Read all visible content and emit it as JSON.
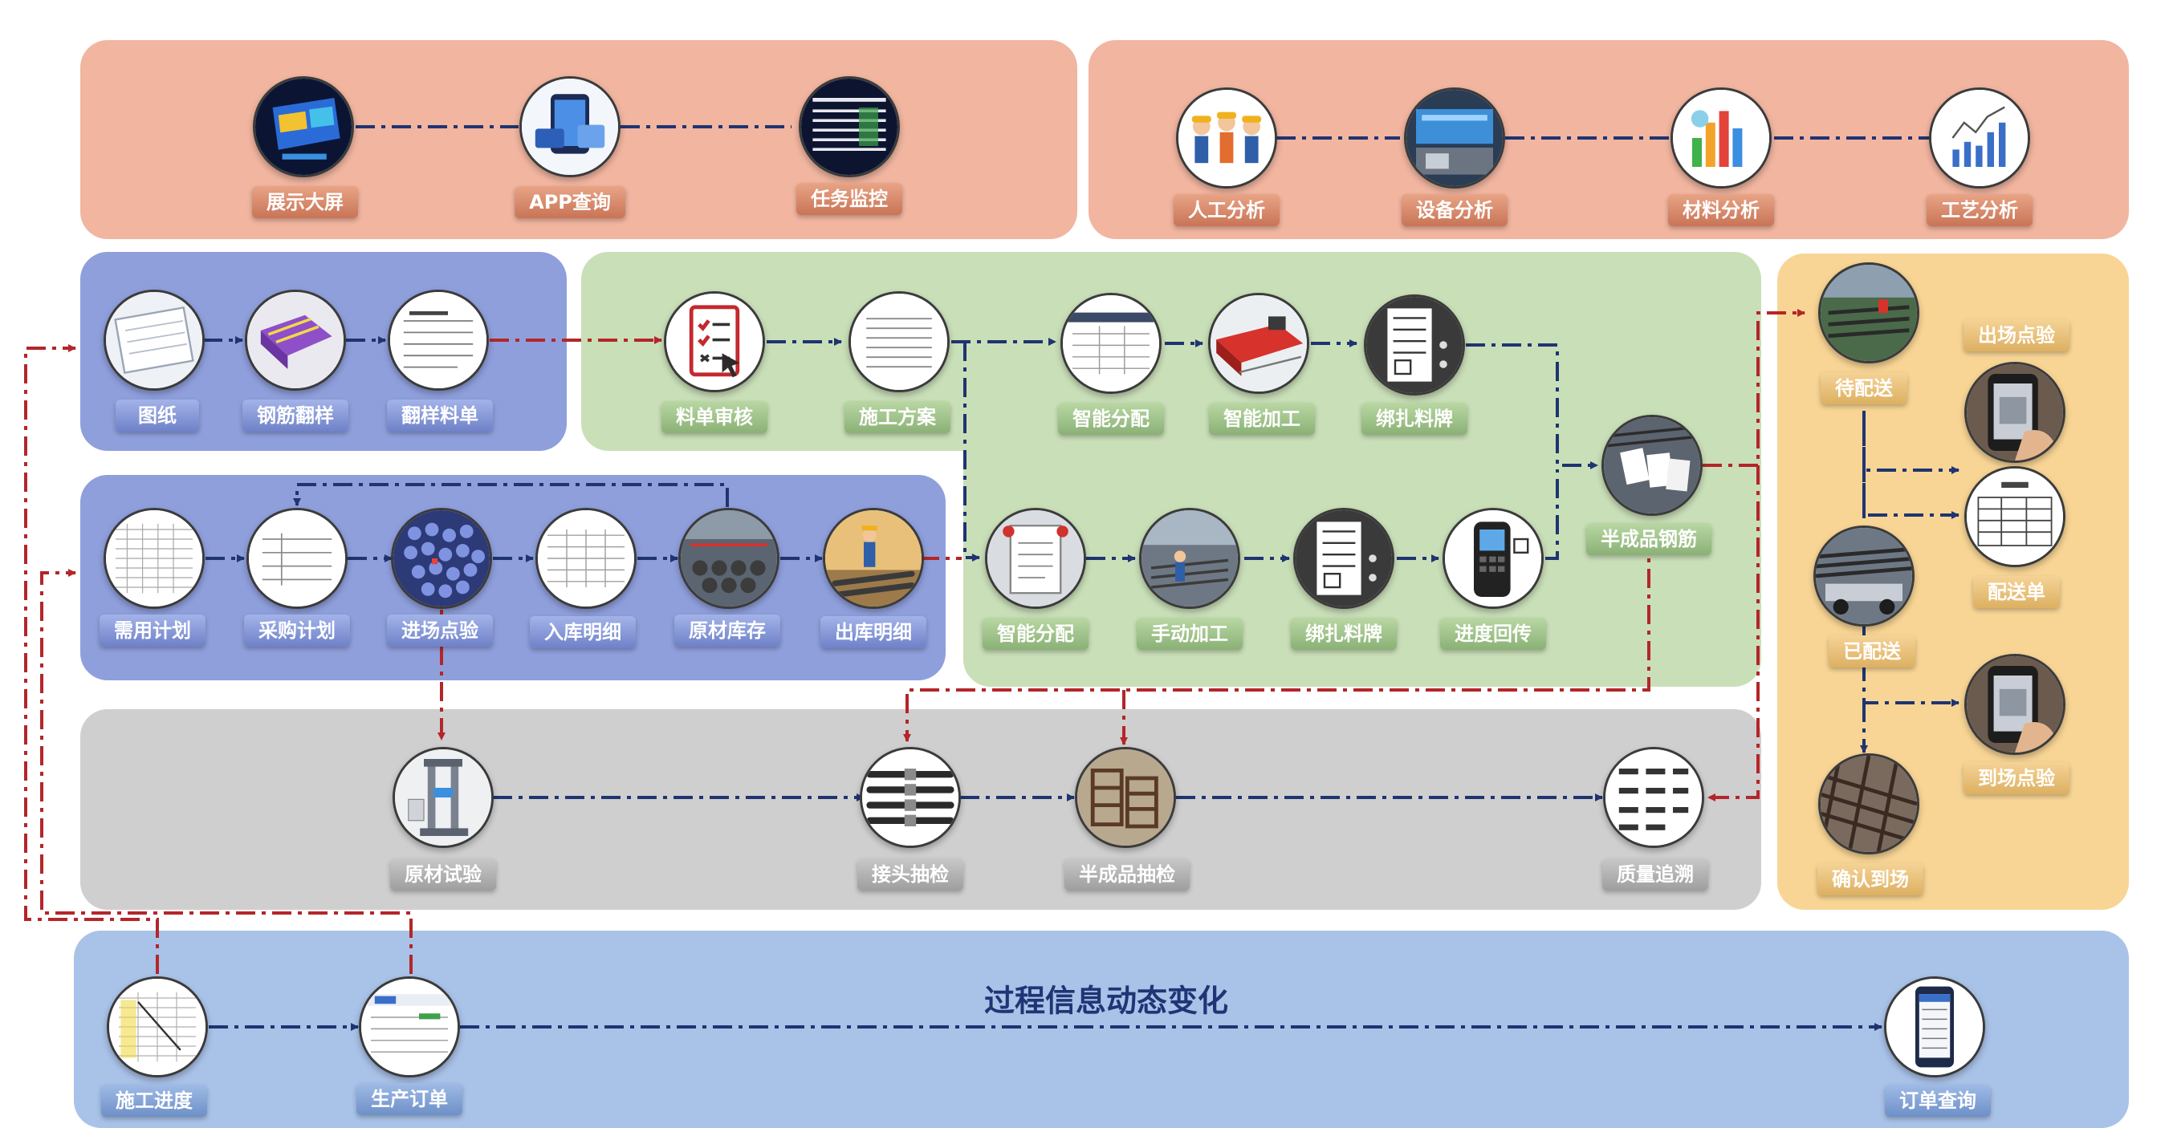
{
  "colors": {
    "panel_top": "#f1b5a0",
    "panel_blue": "#8f9fdc",
    "panel_green": "#c9dfb8",
    "panel_gray": "#cfcfcf",
    "panel_yellow": "#f8d595",
    "panel_bottom": "#a9c2e8",
    "flow_blue": "#1f3471",
    "flow_red": "#b3262a"
  },
  "title": "过程信息动态变化",
  "nodes": {
    "display_screen": {
      "label": "展示大屏",
      "icon": "dashboard-screen-icon"
    },
    "app_query": {
      "label": "APP查询",
      "icon": "mobile-app-icon"
    },
    "task_monitor": {
      "label": "任务监控",
      "icon": "monitor-table-icon"
    },
    "labor_analysis": {
      "label": "人工分析",
      "icon": "workers-icon"
    },
    "equipment_analysis": {
      "label": "设备分析",
      "icon": "equipment-screen-icon"
    },
    "material_analysis": {
      "label": "材料分析",
      "icon": "bar-chart-icon"
    },
    "process_analysis": {
      "label": "工艺分析",
      "icon": "line-chart-icon"
    },
    "drawing": {
      "label": "图纸",
      "icon": "blueprint-icon"
    },
    "rebar_layout": {
      "label": "钢筋翻样",
      "icon": "rebar-model-icon"
    },
    "layout_list": {
      "label": "翻样料单",
      "icon": "document-icon"
    },
    "list_review": {
      "label": "料单审核",
      "icon": "checklist-icon"
    },
    "construction_plan": {
      "label": "施工方案",
      "icon": "document-icon"
    },
    "smart_dispatch_1": {
      "label": "智能分配",
      "icon": "spreadsheet-icon"
    },
    "smart_processing": {
      "label": "智能加工",
      "icon": "machine-icon"
    },
    "binding_tag_1": {
      "label": "绑扎料牌",
      "icon": "tag-icon"
    },
    "smart_dispatch_2": {
      "label": "智能分配",
      "icon": "clipboard-icon"
    },
    "manual_processing": {
      "label": "手动加工",
      "icon": "workshop-icon"
    },
    "binding_tag_2": {
      "label": "绑扎料牌",
      "icon": "tag-icon"
    },
    "progress_upload": {
      "label": "进度回传",
      "icon": "scanner-icon"
    },
    "semi_rebar": {
      "label": "半成品钢筋",
      "icon": "rebar-bundle-icon"
    },
    "demand_plan": {
      "label": "需用计划",
      "icon": "grid-sheet-icon"
    },
    "purchase_plan": {
      "label": "采购计划",
      "icon": "document-icon"
    },
    "entry_inspection": {
      "label": "进场点验",
      "icon": "rebar-ends-icon"
    },
    "inbound_detail": {
      "label": "入库明细",
      "icon": "spreadsheet-icon"
    },
    "raw_stock": {
      "label": "原材库存",
      "icon": "warehouse-icon"
    },
    "outbound_detail": {
      "label": "出库明细",
      "icon": "worker-lifting-icon"
    },
    "raw_test": {
      "label": "原材试验",
      "icon": "test-machine-icon"
    },
    "joint_check": {
      "label": "接头抽检",
      "icon": "rebar-joint-icon"
    },
    "semi_check": {
      "label": "半成品抽检",
      "icon": "rebar-cage-icon"
    },
    "quality_trace": {
      "label": "质量追溯",
      "icon": "tag-sheet-icon"
    },
    "to_deliver": {
      "label": "待配送",
      "icon": "yard-icon"
    },
    "exit_inspection": {
      "label": "出场点验",
      "icon": "phone-scan-icon"
    },
    "delivery_note": {
      "label": "配送单",
      "icon": "delivery-note-icon"
    },
    "delivered": {
      "label": "已配送",
      "icon": "truck-rebar-icon"
    },
    "arrival_inspection": {
      "label": "到场点验",
      "icon": "phone-scan-icon"
    },
    "confirm_arrival": {
      "label": "确认到场",
      "icon": "rebar-mesh-icon"
    },
    "construction_progress": {
      "label": "施工进度",
      "icon": "gantt-icon"
    },
    "production_order": {
      "label": "生产订单",
      "icon": "order-screen-icon"
    },
    "order_query": {
      "label": "订单查询",
      "icon": "phone-list-icon"
    }
  }
}
